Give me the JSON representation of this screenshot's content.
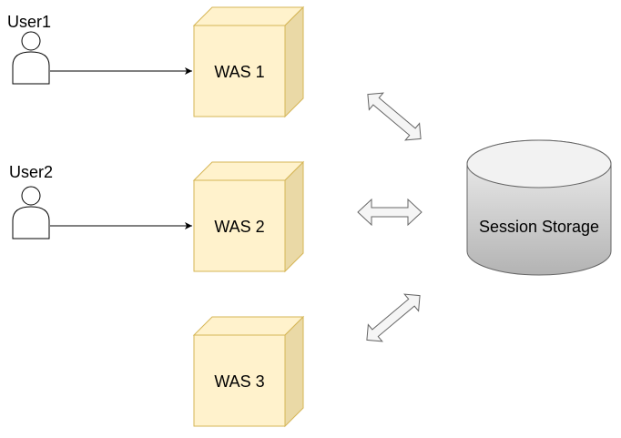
{
  "users": [
    {
      "label": "User1"
    },
    {
      "label": "User2"
    }
  ],
  "servers": [
    {
      "label": "WAS 1"
    },
    {
      "label": "WAS 2"
    },
    {
      "label": "WAS 3"
    }
  ],
  "storage": {
    "label": "Session Storage"
  },
  "colors": {
    "server_fill": "#fff2cc",
    "server_side": "#ead9a6",
    "server_stroke": "#d6b656",
    "arrow_fill": "#f5f5f5",
    "arrow_stroke": "#666666",
    "line": "#000000"
  },
  "icons": {
    "user": "user-icon",
    "server": "server-cube",
    "storage": "database-cylinder"
  }
}
